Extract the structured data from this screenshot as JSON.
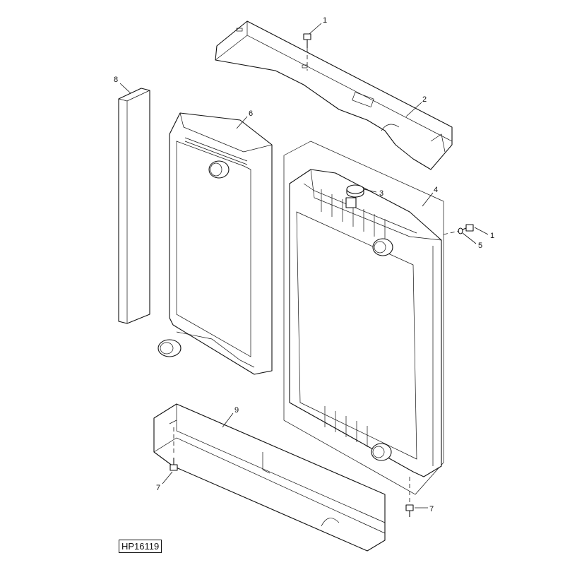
{
  "figure_id": "HP16119",
  "callouts": {
    "bolt_top": "1",
    "top_bracket": "2",
    "radiator_cap": "3",
    "radiator_assembly": "4",
    "bolt_side": "1",
    "washer": "5",
    "charge_air_cooler": "6",
    "seal_strip": "8",
    "bottom_bracket": "9",
    "bolt_bottom_left": "7",
    "bolt_bottom_right": "7"
  }
}
